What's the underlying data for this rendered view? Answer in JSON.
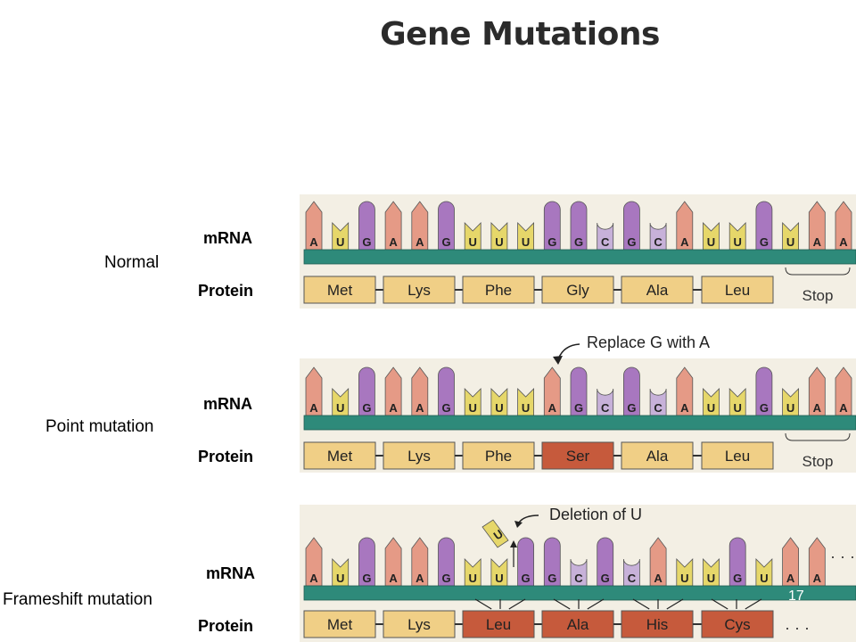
{
  "title": "Gene Mutations",
  "slide_number": "17",
  "row_labels": {
    "mrna": "mRNA",
    "protein": "Protein"
  },
  "stop_label": "Stop",
  "ellipsis": "· · ·",
  "rows": [
    {
      "name": "Normal",
      "bases": [
        "A",
        "U",
        "G",
        "A",
        "A",
        "G",
        "U",
        "U",
        "U",
        "G",
        "G",
        "C",
        "G",
        "C",
        "A",
        "U",
        "U",
        "G",
        "U",
        "A",
        "A"
      ],
      "proteins": [
        "Met",
        "Lys",
        "Phe",
        "Gly",
        "Ala",
        "Leu"
      ],
      "stop": true
    },
    {
      "name": "Point mutation",
      "annotation": "Replace G with A",
      "bases": [
        "A",
        "U",
        "G",
        "A",
        "A",
        "G",
        "U",
        "U",
        "U",
        "A",
        "G",
        "C",
        "G",
        "C",
        "A",
        "U",
        "U",
        "G",
        "U",
        "A",
        "A"
      ],
      "proteins": [
        "Met",
        "Lys",
        "Phe",
        "Ser",
        "Ala",
        "Leu"
      ],
      "mutated_protein_index": 3,
      "stop": true
    },
    {
      "name": "Frameshift mutation",
      "annotation": "Deletion of U",
      "deleted_base": "U",
      "bases": [
        "A",
        "U",
        "G",
        "A",
        "A",
        "G",
        "U",
        "U",
        "G",
        "G",
        "C",
        "G",
        "C",
        "A",
        "U",
        "U",
        "G",
        "U",
        "A",
        "A"
      ],
      "proteins": [
        "Met",
        "Lys",
        "Leu",
        "Ala",
        "His",
        "Cys"
      ],
      "mutated_from_index": 2,
      "stop": false
    }
  ],
  "colors": {
    "A": "#e59a86",
    "G": "#a877bf",
    "U": "#e6d76a",
    "C": "#c7b1d9",
    "backbone": "#2e8a7a",
    "protein": "#f0cf86",
    "protein_mutated": "#c65a3c",
    "panel": "#f3efe4"
  }
}
